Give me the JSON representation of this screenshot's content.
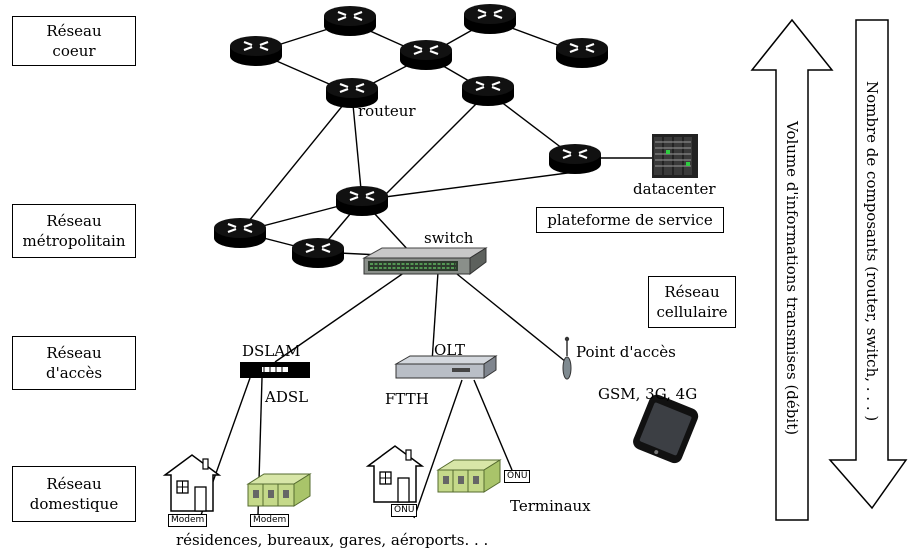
{
  "layers": [
    {
      "line1": "Réseau",
      "line2": "coeur"
    },
    {
      "line1": "Réseau",
      "line2": "métropolitain"
    },
    {
      "line1": "Réseau",
      "line2": "d'accès"
    },
    {
      "line1": "Réseau",
      "line2": "domestique"
    }
  ],
  "labels": {
    "routeur": "routeur",
    "datacenter": "datacenter",
    "plateforme": "plateforme de service",
    "switch": "switch",
    "dslam": "DSLAM",
    "adsl": "ADSL",
    "olt": "OLT",
    "ftth": "FTTH",
    "point_acces": "Point d'accès",
    "gsm": "GSM, 3G, 4G",
    "terminaux": "Terminaux",
    "residences": "résidences, bureaux, gares, aéroports. . .",
    "modem": "Modem",
    "onu": "ONU"
  },
  "cellulaire": {
    "line1": "Réseau",
    "line2": "cellulaire"
  },
  "arrows": {
    "up": "Volume d'informations transmises (débit)",
    "down": "Nombre de composants (router, switch, . . . )"
  }
}
